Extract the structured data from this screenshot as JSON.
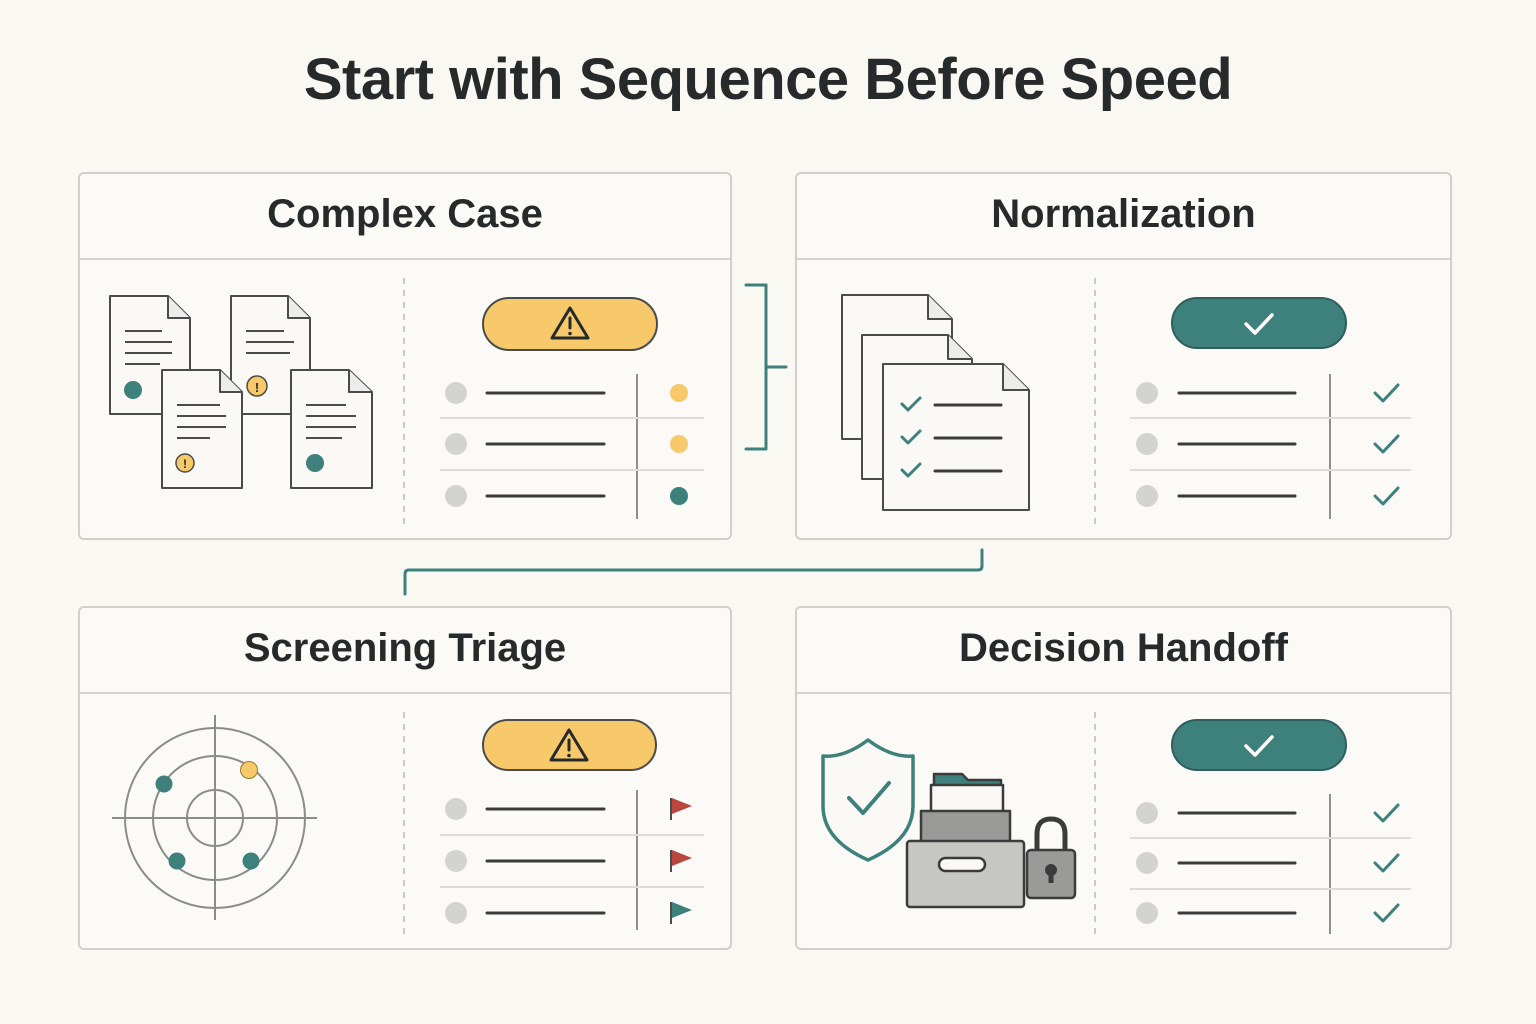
{
  "title": "Start with Sequence Before Speed",
  "colors": {
    "teal": "#3d807c",
    "amber": "#f8c96a",
    "red": "#b9473d",
    "gray_dot": "#d3d3d0",
    "line": "#3a3c3c",
    "paper": "#faf9f5",
    "border": "#cfcfcb"
  },
  "panels": [
    {
      "id": "complex-case",
      "title": "Complex Case",
      "left_graphic": "document-stack-icon",
      "status_badge": "warning-icon",
      "rows": [
        {
          "status": "amber-dot-icon"
        },
        {
          "status": "amber-dot-icon"
        },
        {
          "status": "teal-dot-icon"
        }
      ]
    },
    {
      "id": "normalization",
      "title": "Normalization",
      "left_graphic": "checklist-documents-icon",
      "status_badge": "check-icon",
      "rows": [
        {
          "status": "check-icon"
        },
        {
          "status": "check-icon"
        },
        {
          "status": "check-icon"
        }
      ]
    },
    {
      "id": "screening-triage",
      "title": "Screening Triage",
      "left_graphic": "radar-icon",
      "status_badge": "warning-icon",
      "rows": [
        {
          "status": "red-flag-icon"
        },
        {
          "status": "red-flag-icon"
        },
        {
          "status": "teal-flag-icon"
        }
      ]
    },
    {
      "id": "decision-handoff",
      "title": "Decision Handoff",
      "left_graphic": "secure-archive-icon",
      "status_badge": "check-icon",
      "rows": [
        {
          "status": "check-icon"
        },
        {
          "status": "check-icon"
        },
        {
          "status": "check-icon"
        }
      ]
    }
  ]
}
